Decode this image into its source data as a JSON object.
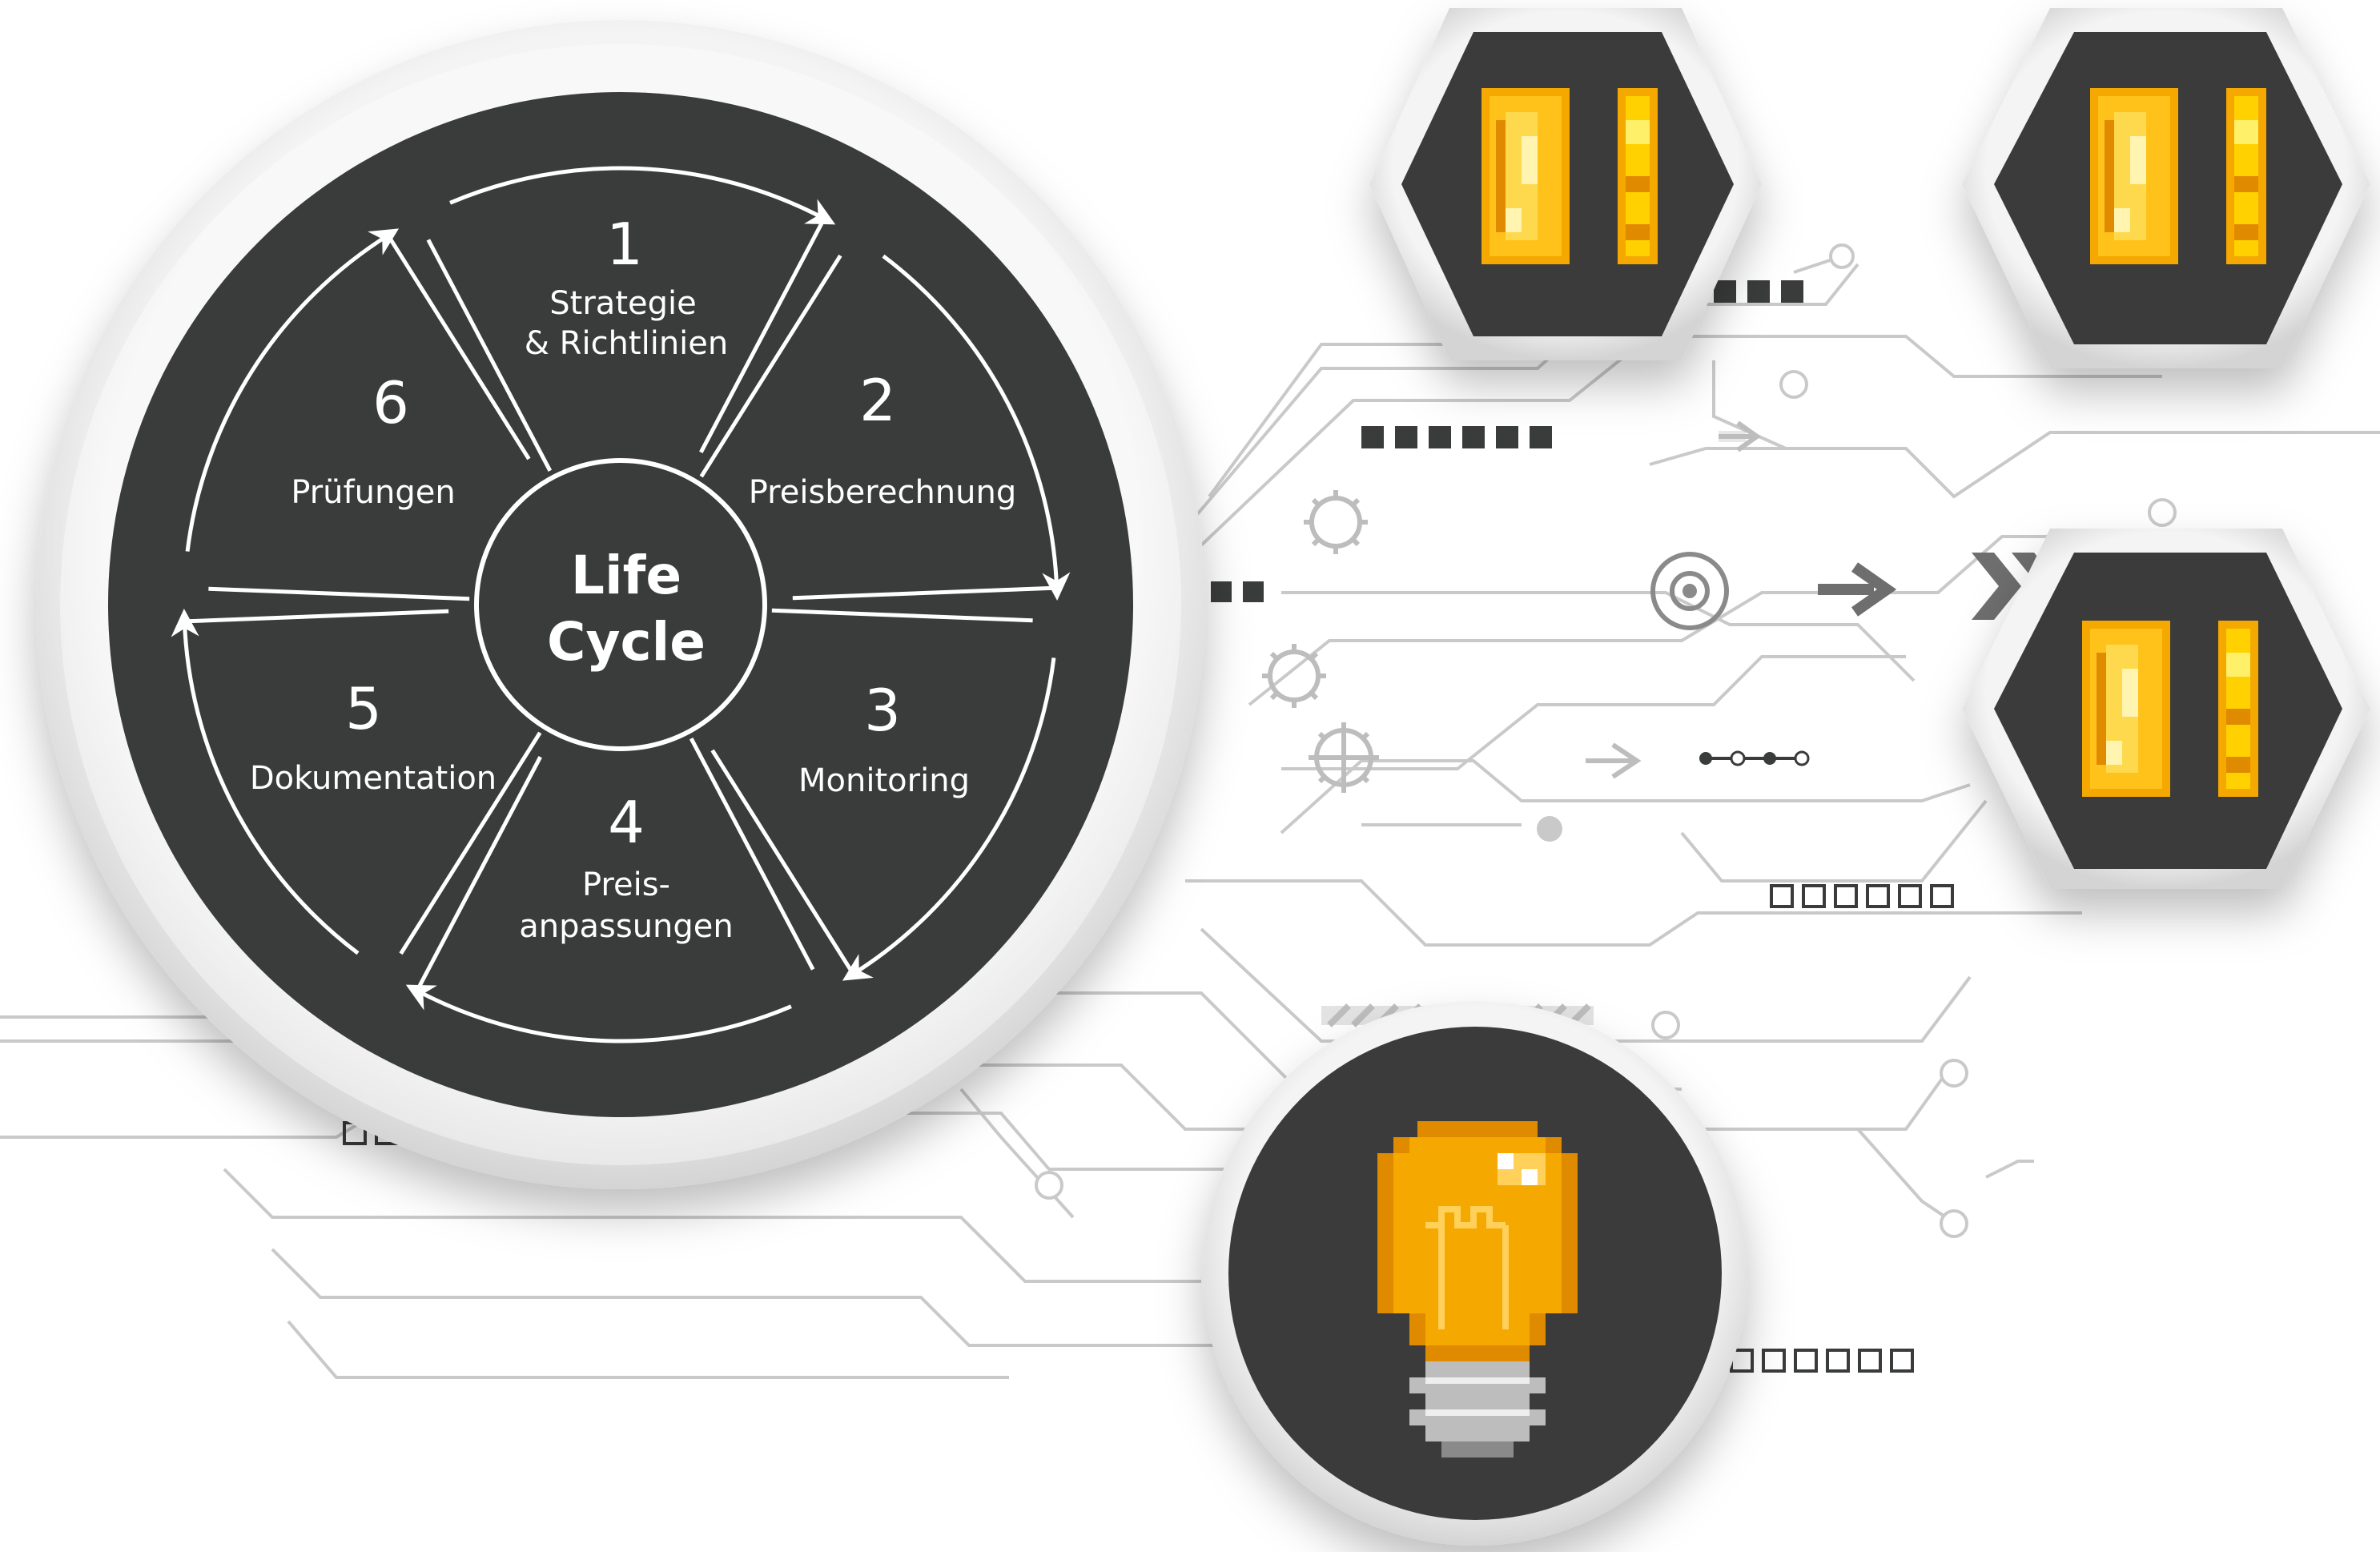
{
  "center": {
    "line1": "Life",
    "line2": "Cycle"
  },
  "segments": [
    {
      "num": "1",
      "lines": [
        "Strategie",
        "& Richtlinien"
      ]
    },
    {
      "num": "2",
      "lines": [
        "Preisberechnung"
      ]
    },
    {
      "num": "3",
      "lines": [
        "Monitoring"
      ]
    },
    {
      "num": "4",
      "lines": [
        "Preis-",
        "anpassungen"
      ]
    },
    {
      "num": "5",
      "lines": [
        "Dokumentation"
      ]
    },
    {
      "num": "6",
      "lines": [
        "Prüfungen"
      ]
    }
  ],
  "colors": {
    "dark": "#3a3b3b",
    "gold": "#f5a800",
    "circuit": "#c9c9c9",
    "ring": "#e9e9e9"
  },
  "icons": [
    "coin-icon",
    "lightbulb-icon",
    "gear-icon",
    "arrow-icon",
    "target-icon"
  ]
}
